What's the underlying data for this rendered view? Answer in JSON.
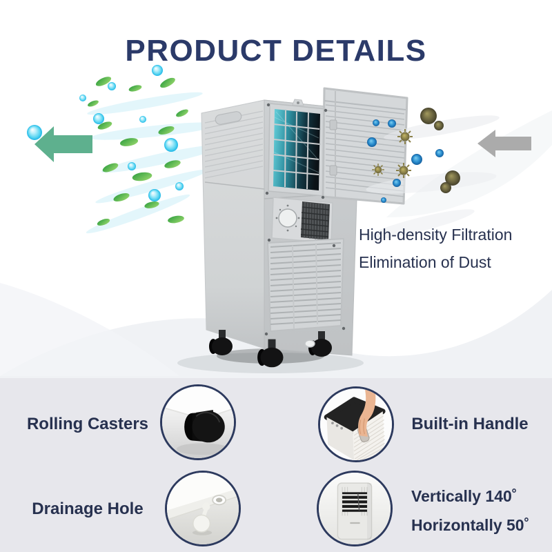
{
  "title": "PRODUCT DETAILS",
  "hero": {
    "caption_lines": [
      "High-density Filtration",
      "Elimination of Dust"
    ],
    "illustration": "portable-air-conditioner-back-view-filter-removed",
    "clean_air_arrow_icon": "arrow-left-green",
    "dust_arrow_icon": "arrow-left-gray"
  },
  "features": [
    {
      "id": "rolling-casters",
      "label": "Rolling Casters",
      "icon": "caster-wheel-photo"
    },
    {
      "id": "built-in-handle",
      "label": "Built-in Handle",
      "icon": "hand-gripping-handle-photo"
    },
    {
      "id": "drainage-hole",
      "label": "Drainage Hole",
      "icon": "drain-plug-photo"
    },
    {
      "id": "oscillation-range",
      "label_lines": [
        "Vertically 140˚",
        "Horizontally 50˚"
      ],
      "icon": "louver-vent-photo"
    }
  ],
  "colors": {
    "title_navy": "#2b3a69",
    "text_navy": "#27314f",
    "clean_air_green": "#5eb08e",
    "dust_gray": "#ababab",
    "features_background": "#e7e7ec",
    "circle_border": "#2d3a5e",
    "filter_glow_teal": "#45b7c6",
    "leaf_green": "#4caf50",
    "bubble_cyan": "#3ec9ee"
  }
}
